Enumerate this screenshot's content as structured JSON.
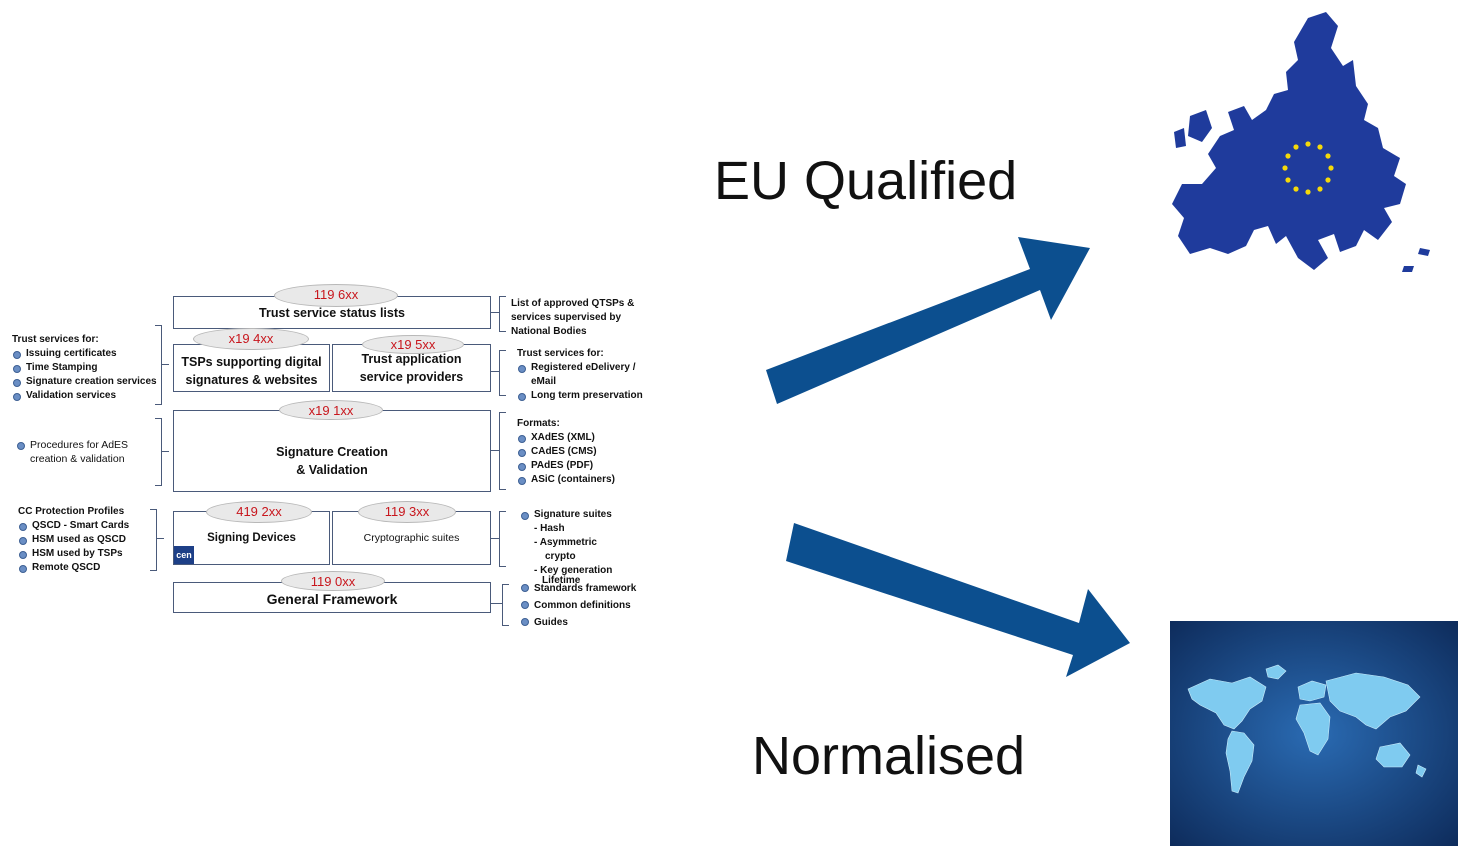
{
  "labels": {
    "eu_qualified": "EU Qualified",
    "normalised": "Normalised"
  },
  "diagram": {
    "trust_status": {
      "code": "119 6xx",
      "title": "Trust service status lists"
    },
    "tsps": {
      "code": "x19 4xx",
      "title_line1": "TSPs supporting digital",
      "title_line2": "signatures & websites"
    },
    "trust_app": {
      "code": "x19 5xx",
      "title_line1": "Trust application",
      "title_line2": "service providers"
    },
    "sig_creation": {
      "code": "x19 1xx",
      "title_line1": "Signature Creation",
      "title_line2": "& Validation"
    },
    "signing_devices": {
      "code": "419 2xx",
      "title": "Signing Devices"
    },
    "crypto_suites": {
      "code": "119 3xx",
      "title": "Cryptographic  suites"
    },
    "general": {
      "code": "119 0xx",
      "title": "General Framework"
    },
    "cen_logo": "cen"
  },
  "notes": {
    "right_status": [
      "List of approved QTSPs  &",
      "services supervised by",
      "National Bodies"
    ],
    "left_tsps_header": "Trust services for:",
    "left_tsps_items": [
      "Issuing certificates",
      "Time Stamping",
      "Signature creation services",
      "Validation services"
    ],
    "right_app_header": "Trust services for:",
    "right_app_items": [
      "Registered eDelivery /",
      "eMail",
      "Long term preservation"
    ],
    "left_sig_items": [
      "Procedures for AdES",
      "creation & validation"
    ],
    "right_formats_header": "Formats:",
    "right_formats_items": [
      "XAdES (XML)",
      "CAdES (CMS)",
      "PAdES (PDF)",
      "ASiC (containers)"
    ],
    "left_cc_header": "CC Protection Profiles",
    "left_cc_items": [
      "QSCD - Smart Cards",
      "HSM used as QSCD",
      "HSM used by TSPs",
      "Remote QSCD"
    ],
    "right_suites_items": [
      "Signature suites",
      "- Hash",
      "- Asymmetric",
      "crypto",
      "- Key generation",
      "Lifetime"
    ],
    "right_general_items": [
      "Standards framework",
      "Common definitions",
      "Guides"
    ]
  },
  "colors": {
    "arrow": "#0c4f8f",
    "eu_map": "#1f3b9c",
    "world_bg": "#1b4a8a",
    "code_red": "#c8161d"
  },
  "icons": [
    "eu-map-icon",
    "world-map-icon",
    "arrow-up-right-icon",
    "arrow-down-right-icon"
  ]
}
